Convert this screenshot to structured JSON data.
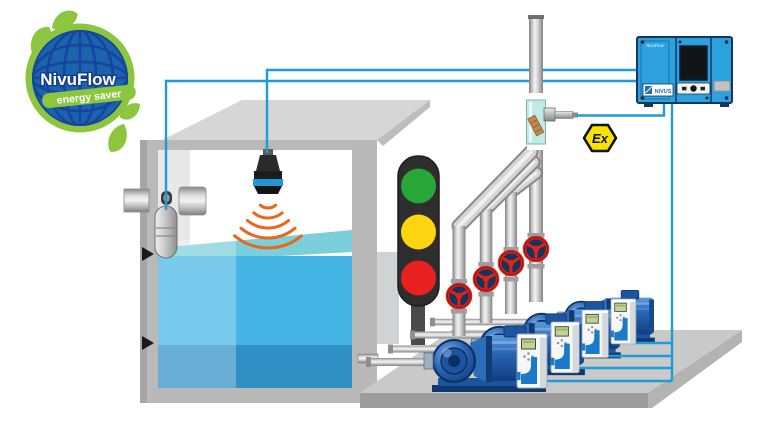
{
  "logo": {
    "title": "NivuFlow",
    "subtitle": "energy saver"
  },
  "controller": {
    "model": "NivuFlow",
    "brand": "NIVUS"
  },
  "ex_badge": {
    "label": "Ex"
  },
  "traffic_light": {
    "green": "#27a737",
    "yellow": "#ffd410",
    "red": "#e8211f"
  },
  "colors": {
    "cable": "#1e9cd8",
    "water": "#45b5e5",
    "water_surface": "#7bcfda",
    "water_front": "#3090c5",
    "pump_blue": "#1c5cab",
    "controller_blue": "#2ba2dd",
    "ex_yellow": "#f5e400",
    "valve_red": "#e32219",
    "logo_green": "#8cc63e",
    "globe_blue": "#1c63ad",
    "wave_orange": "#e8671c",
    "pipe_gray": "#c0c0c0",
    "tank_gray": "#b9b9b9"
  }
}
